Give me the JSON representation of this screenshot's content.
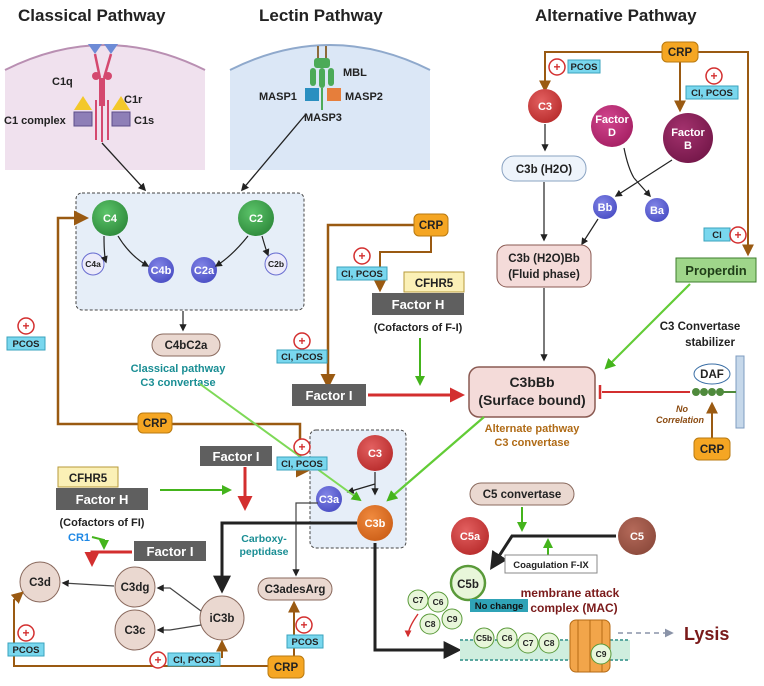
{
  "headers": {
    "classical": "Classical Pathway",
    "lectin": "Lectin Pathway",
    "alternative": "Alternative  Pathway"
  },
  "classical_complex": {
    "c1q": "C1q",
    "c1r": "C1r",
    "c1_complex": "C1 complex",
    "c1s": "C1s"
  },
  "lectin_complex": {
    "mbl": "MBL",
    "masp1": "MASP1",
    "masp2": "MASP2",
    "masp3": "MASP3"
  },
  "classical_box": {
    "c4": "C4",
    "c2": "C2",
    "c4a": "C4a",
    "c4b": "C4b",
    "c2a": "C2a",
    "c2b": "C2b"
  },
  "c4bc2a": "C4bC2a",
  "classical_convertase": {
    "line1": "Classical pathway",
    "line2": "C3 convertase"
  },
  "alt": {
    "crp": "CRP",
    "pcos": "PCOS",
    "cl_pcos": "Cl, PCOS",
    "c3": "C3",
    "factor_d": [
      "Factor",
      "D"
    ],
    "factor_b": [
      "Factor",
      "B"
    ],
    "c3b_h2o": "C3b (H2O)",
    "bb": "Bb",
    "ba": "Ba",
    "c3b_h2o_bb": [
      "C3b (H2O)Bb",
      "(Fluid phase)"
    ],
    "cl": "Cl",
    "properdin": "Properdin",
    "stabilizer": [
      "C3 Convertase",
      "stabilizer"
    ]
  },
  "mid": {
    "crp": "CRP",
    "cl_pcos": "Cl, PCOS",
    "cfhr5": "CFHR5",
    "factor_h": "Factor H",
    "cofactors": "(Cofactors of F-I)",
    "factor_i": "Factor I"
  },
  "c3bbb": [
    "C3bBb",
    "(Surface bound)"
  ],
  "alt_convertase": {
    "line1": "Alternate pathway",
    "line2": "C3 convertase"
  },
  "daf": {
    "label": "DAF",
    "note": [
      "No",
      "Correlation"
    ],
    "crp": "CRP"
  },
  "left": {
    "pcos": "PCOS",
    "crp": "CRP",
    "factor_i": "Factor I",
    "cl_pcos": "Cl, PCOS",
    "cfhr5": "CFHR5",
    "factor_h": "Factor H",
    "cofactors": "(Cofactors of FI)",
    "cr1": "CR1",
    "factor_i2": "Factor I"
  },
  "center_box": {
    "c3": "C3",
    "c3a": "C3a",
    "c3b": "C3b"
  },
  "carboxy": [
    "Carboxy-",
    "peptidase"
  ],
  "c3adesarg": "C3adesArg",
  "degradation": {
    "c3d": "C3d",
    "c3dg": "C3dg",
    "c3c": "C3c",
    "ic3b": "iC3b"
  },
  "bottom": {
    "pcos1": "PCOS",
    "pcos2": "PCOS",
    "cl_pcos": "Cl, PCOS",
    "crp": "CRP"
  },
  "c5": {
    "convertase": "C5 convertase",
    "c5a": "C5a",
    "c5": "C5",
    "coag": "Coagulation F-IX",
    "c5b": "C5b",
    "no_change": "No change",
    "mac": [
      "membrane attack",
      "complex (MAC)"
    ],
    "lysis": "Lysis",
    "c6": "C6",
    "c7": "C7",
    "c8": "C8",
    "c9": "C9"
  },
  "colors": {
    "crp": "#f5a623",
    "pcos": "#79d7ee",
    "brown": "#9a5a12",
    "red": "#d32f2f",
    "green": "#44b41c",
    "c4": "#3aa64a",
    "node_blue": "#5b5fd6"
  }
}
